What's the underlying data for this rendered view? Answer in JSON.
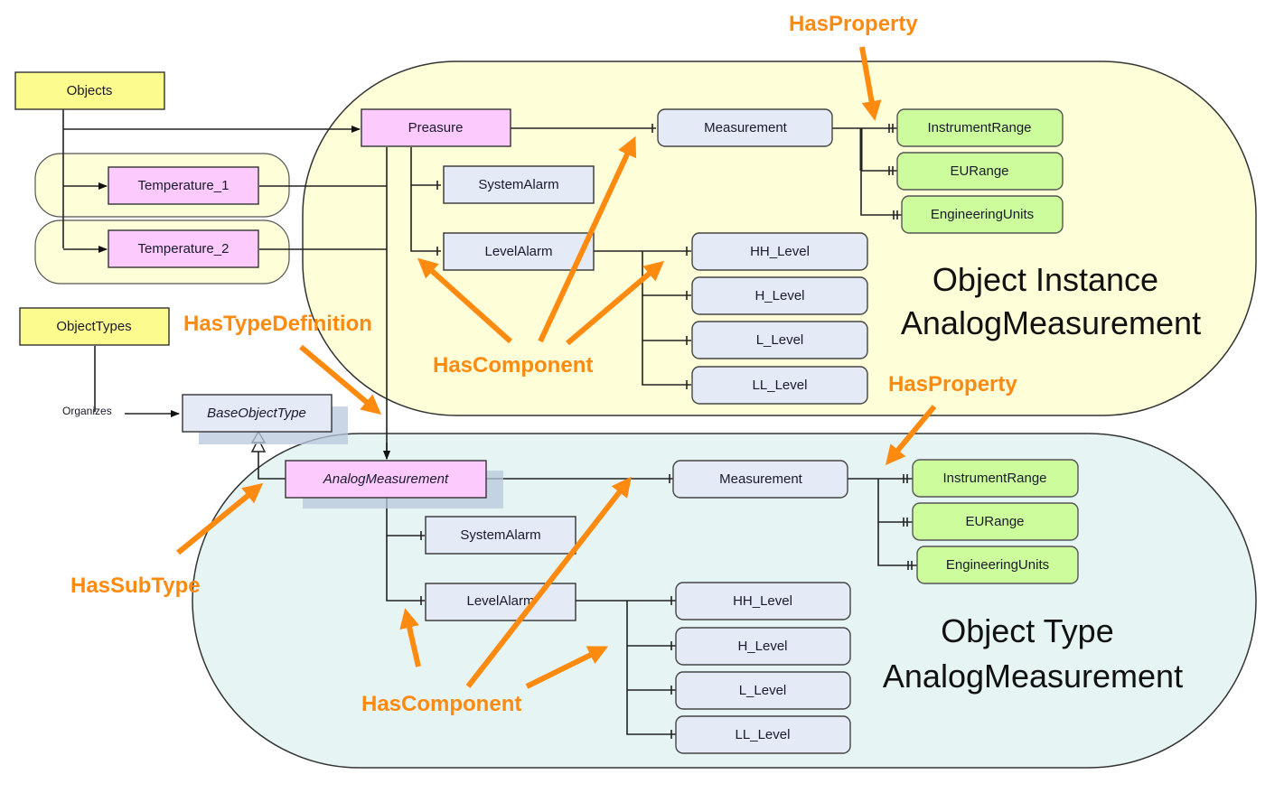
{
  "colors": {
    "instance_region": "#fefed8",
    "type_region": "#e6f4f4",
    "folder": "#fbfb8e",
    "object": "#fccafc",
    "variable": "#e4eaf6",
    "property": "#ccfc9c",
    "annotation": "#ff8a10",
    "shadow": "#b8c8dc"
  },
  "folders": {
    "objects": "Objects",
    "object_types": "ObjectTypes"
  },
  "instance": {
    "title_line1": "Object Instance",
    "title_line2": "AnalogMeasurement",
    "objects": [
      "Preasure",
      "Temperature_1",
      "Temperature_2"
    ],
    "system_alarm": "SystemAlarm",
    "level_alarm": "LevelAlarm",
    "measurement": "Measurement",
    "properties": [
      "InstrumentRange",
      "EURange",
      "EngineeringUnits"
    ],
    "levels": [
      "HH_Level",
      "H_Level",
      "L_Level",
      "LL_Level"
    ]
  },
  "type": {
    "title_line1": "Object Type",
    "title_line2": "AnalogMeasurement",
    "base_type": "BaseObjectType",
    "type_name": "AnalogMeasurement",
    "organizes_label": "Organizes",
    "system_alarm": "SystemAlarm",
    "level_alarm": "LevelAlarm",
    "measurement": "Measurement",
    "properties": [
      "InstrumentRange",
      "EURange",
      "EngineeringUnits"
    ],
    "levels": [
      "HH_Level",
      "H_Level",
      "L_Level",
      "LL_Level"
    ]
  },
  "annotations": {
    "has_property_top": "HasProperty",
    "has_type_definition": "HasTypeDefinition",
    "has_component_instance": "HasComponent",
    "has_property_type": "HasProperty",
    "has_subtype": "HasSubType",
    "has_component_type": "HasComponent"
  }
}
